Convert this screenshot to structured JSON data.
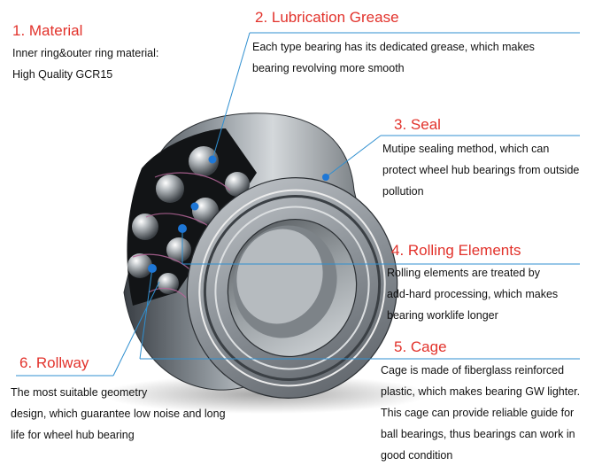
{
  "accent_color": "#e2322b",
  "leader_color": "#2f8fd0",
  "dot_color": "#1e77d6",
  "features": [
    {
      "id": "material",
      "title": "1. Material",
      "desc": "Inner ring&outer ring material:\nHigh Quality GCR15"
    },
    {
      "id": "lubrication",
      "title": "2. Lubrication Grease",
      "desc": "Each type bearing has its dedicated grease, which makes\nbearing revolving more smooth"
    },
    {
      "id": "seal",
      "title": "3. Seal",
      "desc": "Mutipe sealing method, which can\nprotect wheel hub bearings from outside\npollution"
    },
    {
      "id": "rolling",
      "title": "4. Rolling Elements",
      "desc": "Rolling elements are treated by\nadd-hard processing, which makes\nbearing worklife longer"
    },
    {
      "id": "cage",
      "title": "5. Cage",
      "desc": "Cage is made of fiberglass reinforced\nplastic, which makes bearing GW lighter.\nThis cage can provide reliable guide for\nball bearings, thus bearings can work in\ngood condition"
    },
    {
      "id": "rollway",
      "title": "6. Rollway",
      "desc": "The most suitable geometry\ndesign, which guarantee low noise and long\nlife for wheel hub bearing"
    }
  ]
}
